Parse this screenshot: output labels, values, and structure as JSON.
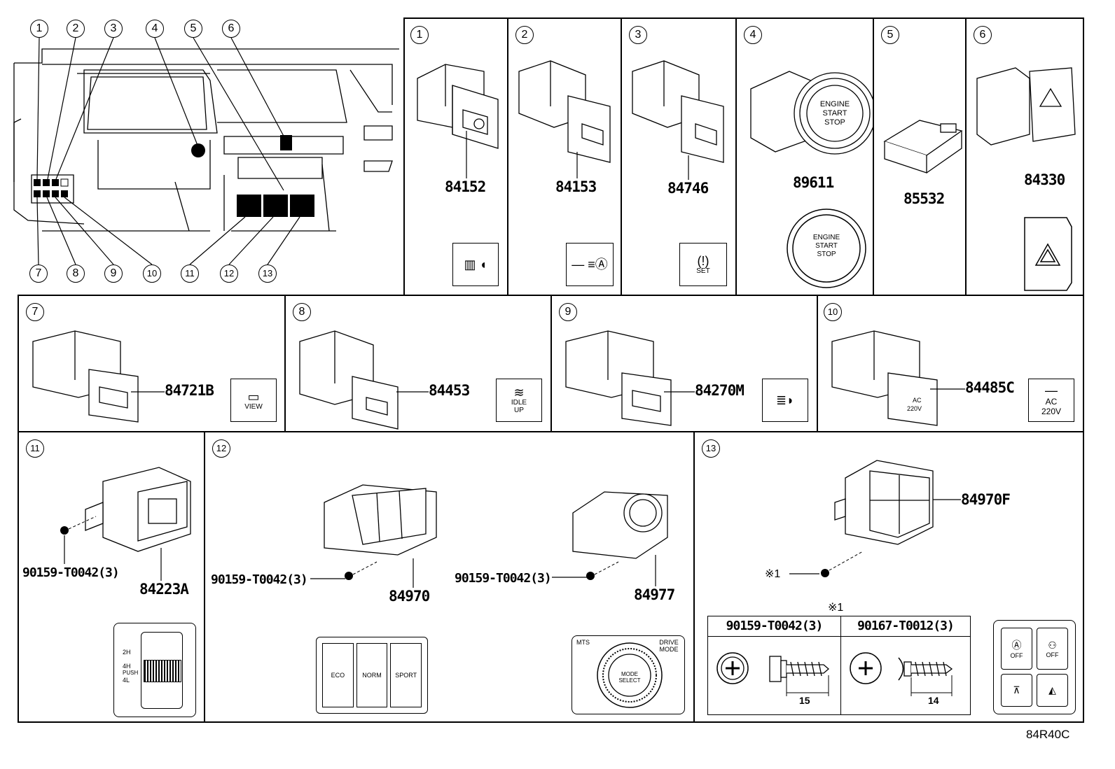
{
  "overview": {
    "callouts": [
      "1",
      "2",
      "3",
      "4",
      "5",
      "6",
      "7",
      "8",
      "9",
      "10",
      "11",
      "12",
      "13"
    ]
  },
  "panels": {
    "p1": {
      "num": "1",
      "part": "84152"
    },
    "p2": {
      "num": "2",
      "part": "84153"
    },
    "p3": {
      "num": "3",
      "part": "84746",
      "icon_text": "SET"
    },
    "p4": {
      "num": "4",
      "part": "89611",
      "btn_line1": "ENGINE",
      "btn_line2": "START",
      "btn_line3": "STOP"
    },
    "p5": {
      "num": "5",
      "part": "85532"
    },
    "p6": {
      "num": "6",
      "part": "84330"
    },
    "p7": {
      "num": "7",
      "part": "84721B",
      "icon_text": "VIEW"
    },
    "p8": {
      "num": "8",
      "part": "84453",
      "icon_text1": "IDLE",
      "icon_text2": "UP"
    },
    "p9": {
      "num": "9",
      "part": "84270M"
    },
    "p10": {
      "num": "10",
      "part": "84485C",
      "icon_text1": "AC",
      "icon_text2": "220V"
    },
    "p11": {
      "num": "11",
      "part": "84223A",
      "screw": "90159-T0042(3)",
      "modes": [
        "2H",
        "4H",
        "PUSH",
        "4L"
      ]
    },
    "p12": {
      "num": "12",
      "part_a": "84970",
      "part_b": "84977",
      "screw_a": "90159-T0042(3)",
      "screw_b": "90159-T0042(3)",
      "btns": [
        "ECO",
        "NORM",
        "SPORT"
      ],
      "mts": "MTS",
      "drive_mode": "DRIVE MODE",
      "mode_select": "MODE SELECT"
    },
    "p13": {
      "num": "13",
      "part": "84970F",
      "mark": "※1",
      "table_mark": "※1",
      "col1": "90159-T0042(3)",
      "col2": "90167-T0012(3)",
      "len1": "15",
      "len2": "14",
      "btn_labels": [
        "OFF",
        "OFF"
      ]
    }
  },
  "footer_code": "84R40C"
}
